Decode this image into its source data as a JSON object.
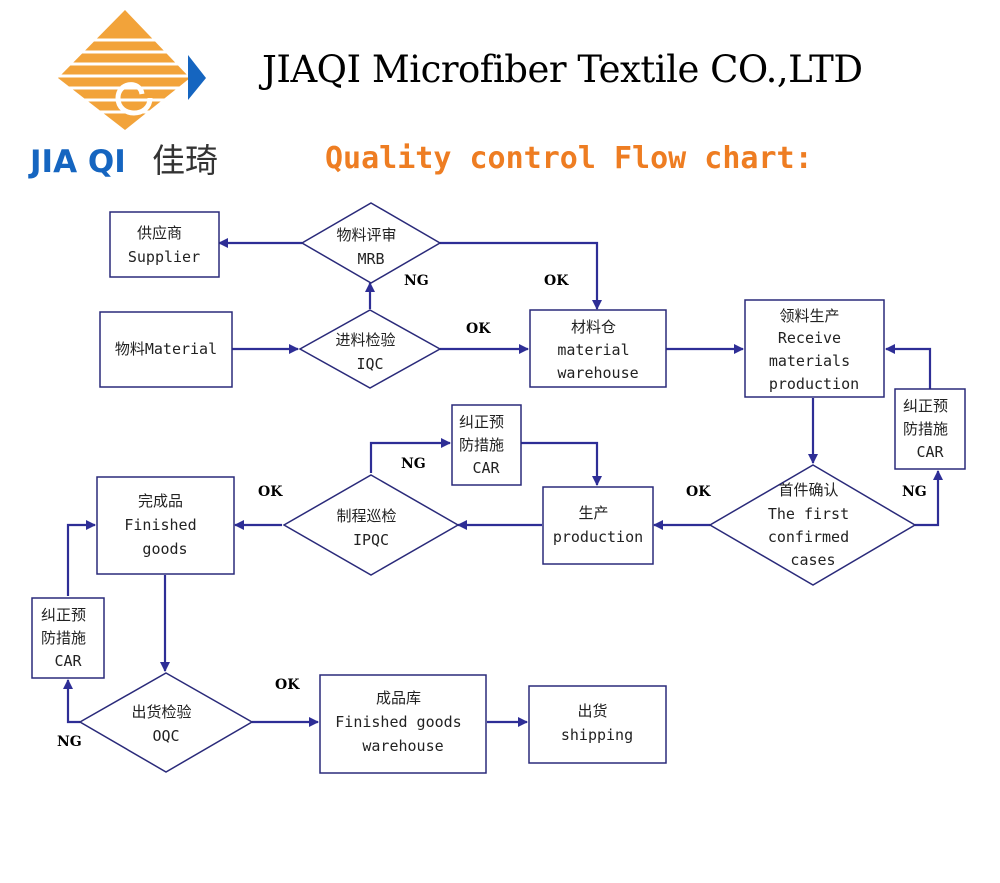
{
  "header": {
    "company": "JIAQI Microfiber Textile CO.,LTD",
    "subtitle": "Quality control Flow chart:",
    "logo_text": "JIA QI",
    "logo_cn": "佳琦"
  },
  "colors": {
    "logo_orange": "#f2a33a",
    "logo_blue": "#1565c0",
    "subtitle_orange": "#ee7d22",
    "arrow_navy": "#2e2e96"
  },
  "nodes": {
    "supplier": [
      "供应商",
      "Supplier"
    ],
    "mrb": [
      "物料评审",
      "MRB"
    ],
    "material": [
      "物料Material"
    ],
    "iqc": [
      "进料检验",
      "IQC"
    ],
    "material_warehouse": [
      "材料仓",
      "material",
      "warehouse"
    ],
    "receive_materials": [
      "领料生产",
      "Receive",
      "materials",
      "production"
    ],
    "car_right": [
      "纠正预",
      "防措施",
      "CAR"
    ],
    "car_middle": [
      "纠正预",
      "防措施",
      "CAR"
    ],
    "first_confirmed": [
      "首件确认",
      "The first",
      "confirmed",
      "cases"
    ],
    "production": [
      "生产",
      "production"
    ],
    "ipqc": [
      "制程巡检",
      "IPQC"
    ],
    "finished_goods": [
      "完成品",
      "Finished",
      "goods"
    ],
    "car_left": [
      "纠正预",
      "防措施",
      "CAR"
    ],
    "oqc": [
      "出货检验",
      "OQC"
    ],
    "finished_goods_warehouse": [
      "成品库",
      "Finished goods",
      "warehouse"
    ],
    "shipping": [
      "出货",
      "shipping"
    ]
  },
  "flow_labels": {
    "ng_mrb": "NG",
    "ok_mrb_to_warehouse": "OK",
    "ok_iqc": "OK",
    "ng_ipqc": "NG",
    "ok_ipqc": "OK",
    "ok_first_confirmed": "OK",
    "ng_first_confirmed": "NG",
    "ok_oqc": "OK",
    "ng_oqc": "NG"
  }
}
